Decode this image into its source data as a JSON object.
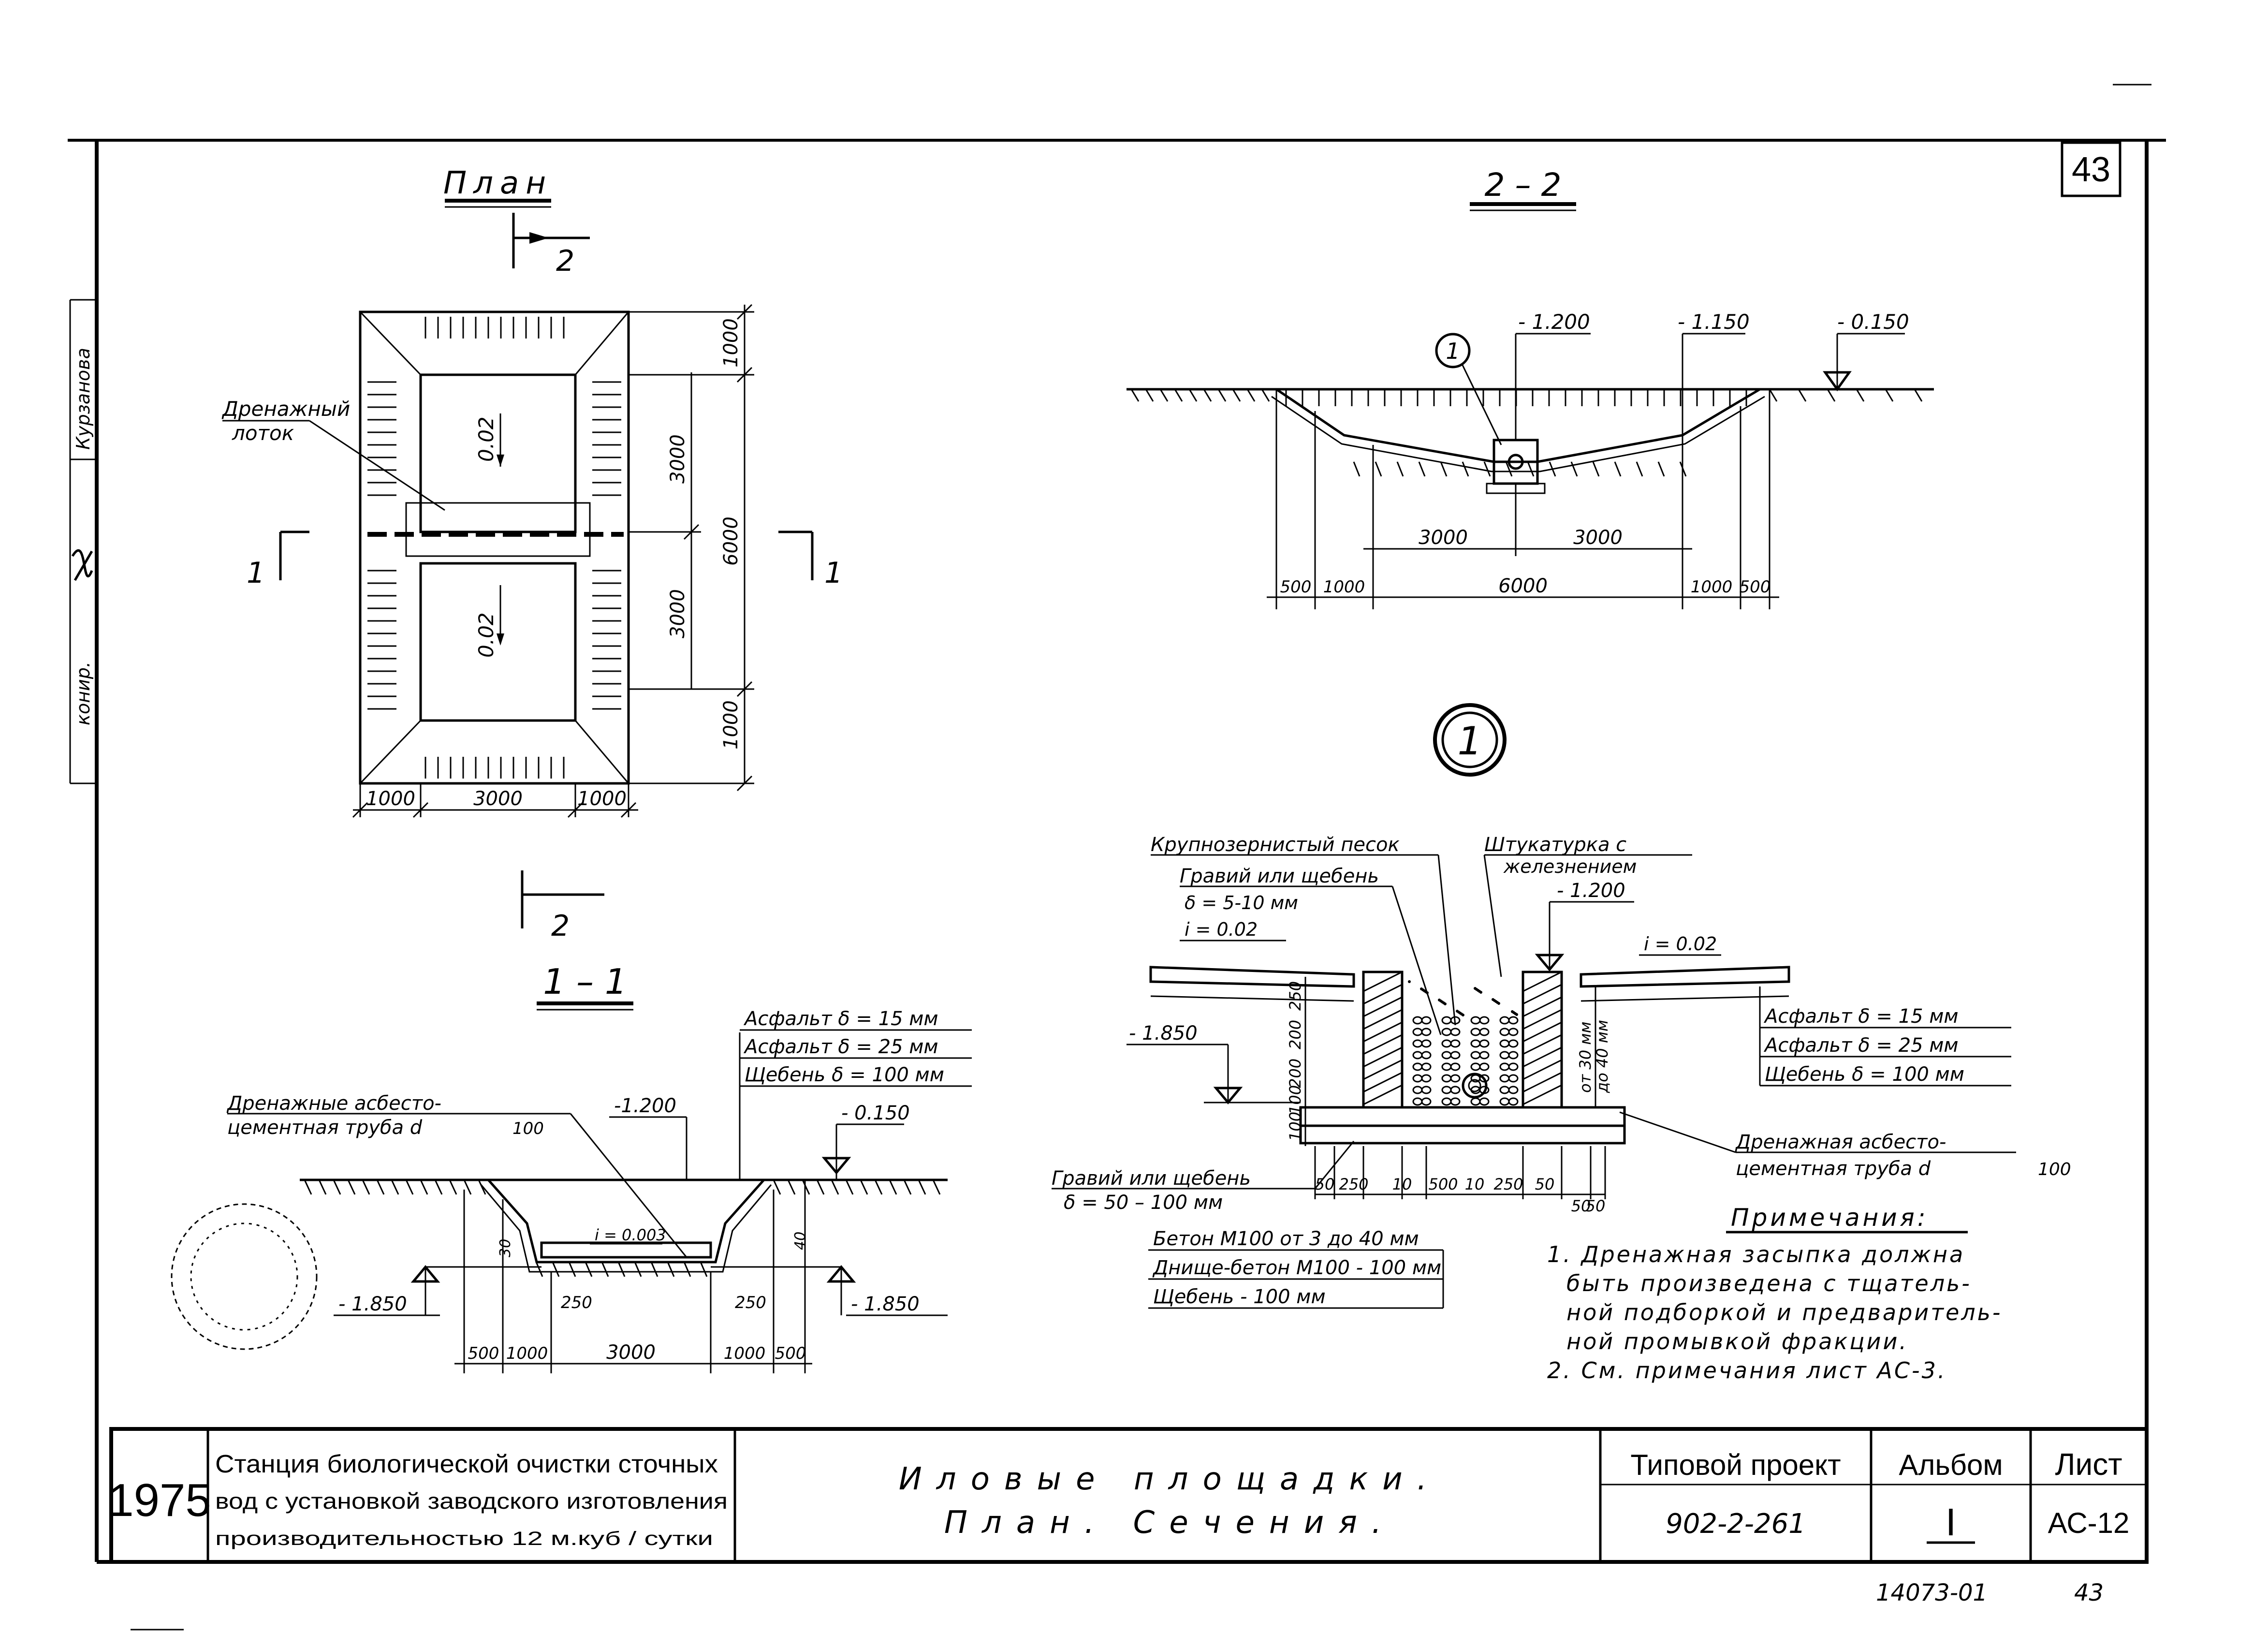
{
  "sheet_number": "43",
  "plan": {
    "title": "План",
    "section_mark": "2",
    "channel_label_1": "Дренажный",
    "channel_label_2": "лоток",
    "slope_top": "0.02",
    "slope_bottom": "0.02",
    "section_1_mark": "1",
    "dims_right": [
      "1000",
      "3000",
      "6000",
      "3000",
      "1000"
    ],
    "dims_bottom": [
      "1000",
      "3000",
      "1000"
    ]
  },
  "section_2_2": {
    "title": "2 – 2",
    "callout": "1",
    "levels": [
      "- 1.200",
      "- 1.150",
      "- 0.150"
    ],
    "dims_inner": [
      "3000",
      "3000"
    ],
    "dims_outer": [
      "500",
      "1000",
      "6000",
      "1000",
      "500"
    ]
  },
  "detail_1": {
    "title": "1",
    "labels": {
      "sand": "Крупнозернистый песок",
      "gravel": "Гравий или щебень",
      "gravel_size": "δ = 5-10 мм",
      "slope_left": "i = 0.02",
      "plaster_1": "Штукатурка с",
      "plaster_2": "железнением",
      "level_top": "- 1.200",
      "slope_right": "i = 0.02",
      "level_left": "- 1.850",
      "offset_1": "от 30 мм",
      "offset_2": "до 40 мм",
      "pipe_1": "Дренажная асбесто-",
      "pipe_2": "цементная труба d",
      "pipe_d": "100",
      "gravel_base_1": "Гравий или щебень",
      "gravel_base_2": "δ = 50 – 100 мм"
    },
    "layers_right": [
      "Асфальт δ = 15 мм",
      "Асфальт δ = 25 мм",
      "Щебень δ = 100 мм"
    ],
    "layers_bottom": [
      "Бетон М100 от 3 до 40 мм",
      "Днище-бетон М100 - 100 мм",
      "Щебень - 100 мм"
    ],
    "vert_dims": [
      "250",
      "200",
      "200",
      "100",
      "100"
    ],
    "bottom_dims": [
      "50",
      "250",
      "10",
      "500",
      "10",
      "250",
      "50",
      "50",
      "50"
    ]
  },
  "section_1_1": {
    "title": "1 – 1",
    "pipe_1": "Дренажные асбесто-",
    "pipe_2": "цементная труба d",
    "pipe_d": "100",
    "layers": [
      "Асфальт δ = 15 мм",
      "Асфальт δ = 25 мм",
      "Щебень δ = 100 мм"
    ],
    "levels": [
      "-1.200",
      "- 0.150",
      "- 1.850",
      "- 1.850"
    ],
    "slope": "i = 0.003",
    "small_dims": [
      "30",
      "40",
      "250",
      "250"
    ],
    "dims": [
      "500",
      "1000",
      "3000",
      "1000",
      "500"
    ]
  },
  "notes": {
    "title": "Примечания:",
    "items": [
      "1. Дренажная засыпка должна",
      "быть произведена с тщатель-",
      "ной подборкой и предваритель-",
      "ной промывкой фракции.",
      "2. См. примечания лист АС-3."
    ]
  },
  "left_margin": [
    "Курзанова",
    "конир."
  ],
  "title_block": {
    "year": "1975",
    "station_1": "Станция биологической очистки сточных",
    "station_2": "вод с установкой заводского изготовления",
    "station_3": "производительностью 12 м.куб / сутки",
    "title_1": "Иловые площадки.",
    "title_2": "План. Сечения.",
    "project_label": "Типовой проект",
    "project_number": "902-2-261",
    "album_label": "Альбом",
    "album_value": "I",
    "sheet_label": "Лист",
    "sheet_value": "АС-12"
  },
  "footer": {
    "code": "14073-01",
    "page": "43"
  }
}
